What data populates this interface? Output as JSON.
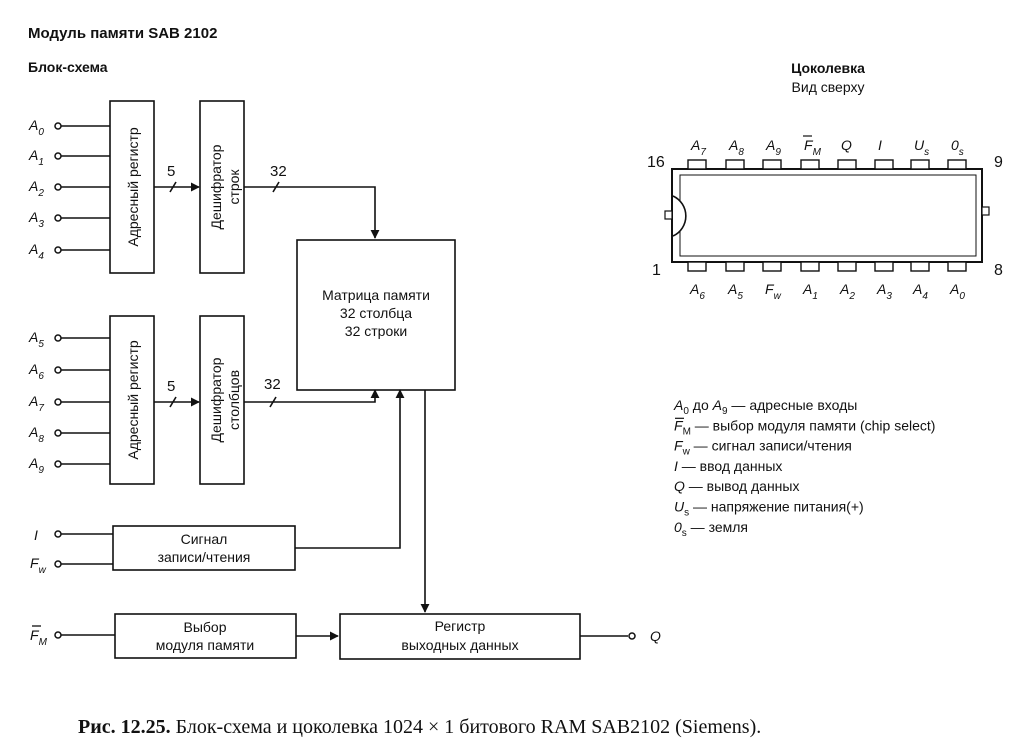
{
  "header": {
    "title": "Модуль памяти SAB 2102",
    "block_subtitle": "Блок-схема"
  },
  "blocks": {
    "addr_reg": "Адресный регистр",
    "row_dec_1": "Дешифратор",
    "row_dec_2": "строк",
    "col_dec_1": "Дешифратор",
    "col_dec_2": "столбцов",
    "matrix_1": "Матрица памяти",
    "matrix_2": "32 столбца",
    "matrix_3": "32 строки",
    "rw_1": "Сигнал",
    "rw_2": "записи/чтения",
    "sel_1": "Выбор",
    "sel_2": "модуля памяти",
    "out_1": "Регистр",
    "out_2": "выходных данных"
  },
  "bus": {
    "addr_width": "5",
    "dec_width": "32"
  },
  "inputs": {
    "top": [
      "0",
      "1",
      "2",
      "3",
      "4"
    ],
    "bottom": [
      "5",
      "6",
      "7",
      "8",
      "9"
    ],
    "addr_letter": "A",
    "i": "I",
    "fw": "F",
    "fw_sub": "w",
    "fm": "F",
    "fm_sub": "M",
    "q": "Q"
  },
  "pinout": {
    "title": "Цоколевка",
    "subtitle": "Вид сверху",
    "pin16": "16",
    "pin9": "9",
    "pin1": "1",
    "pin8": "8",
    "top_pins": [
      {
        "main": "A",
        "sub": "7"
      },
      {
        "main": "A",
        "sub": "8"
      },
      {
        "main": "A",
        "sub": "9"
      },
      {
        "main": "F",
        "sub": "M"
      },
      {
        "main": "Q",
        "sub": ""
      },
      {
        "main": "I",
        "sub": ""
      },
      {
        "main": "U",
        "sub": "s"
      },
      {
        "main": "0",
        "sub": "s"
      }
    ],
    "bottom_pins": [
      {
        "main": "A",
        "sub": "6"
      },
      {
        "main": "A",
        "sub": "5"
      },
      {
        "main": "F",
        "sub": "w"
      },
      {
        "main": "A",
        "sub": "1"
      },
      {
        "main": "A",
        "sub": "2"
      },
      {
        "main": "A",
        "sub": "3"
      },
      {
        "main": "A",
        "sub": "4"
      },
      {
        "main": "A",
        "sub": "0"
      }
    ]
  },
  "legend": [
    {
      "p1": "A",
      "s1": "0",
      "p2": " до ",
      "p3": "A",
      "s3": "9",
      "rest": " — адресные входы"
    },
    {
      "p1": "F",
      "s1": "M",
      "rest": " — выбор модуля памяти (chip select)"
    },
    {
      "p1": "F",
      "s1": "w",
      "rest": " — сигнал записи/чтения"
    },
    {
      "p1": "I",
      "s1": "",
      "rest": " — ввод данных"
    },
    {
      "p1": "Q",
      "s1": "",
      "rest": " — вывод данных"
    },
    {
      "p1": "U",
      "s1": "s",
      "rest": " — напряжение питания(+)"
    },
    {
      "p1": "0",
      "s1": "s",
      "rest": " — земля"
    }
  ],
  "caption": {
    "label": "Рис. 12.25.",
    "text": " Блок-схема и цоколевка 1024 × 1 битового RAM SAB2102 (Siemens)."
  }
}
